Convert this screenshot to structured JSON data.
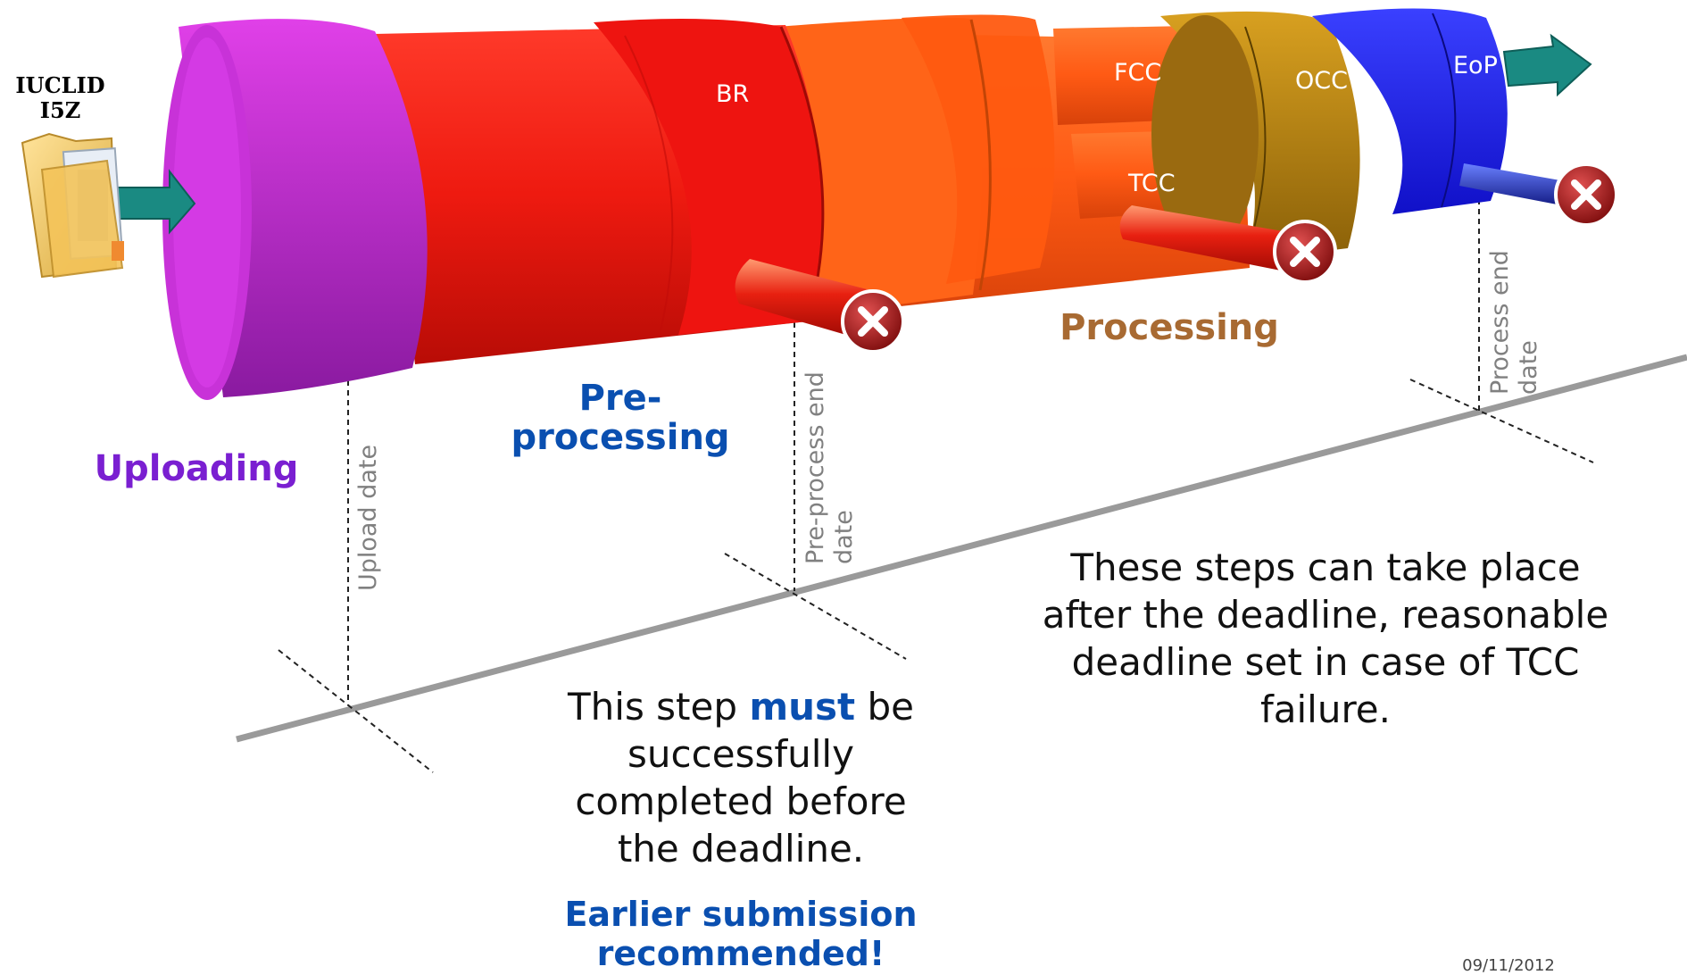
{
  "source_file": {
    "line1": "IUCLID",
    "line2": "I5Z"
  },
  "phases": {
    "uploading": "Uploading",
    "preprocessing_line1": "Pre-",
    "preprocessing_line2": "processing",
    "processing": "Processing"
  },
  "segments": {
    "br": "BR",
    "fcc": "FCC",
    "tcc": "TCC",
    "occ": "OCC",
    "eop": "EoP"
  },
  "milestones": {
    "upload_date": "Upload date",
    "preprocess_end_line1": "Pre-process end",
    "preprocess_end_line2": "date",
    "process_end_line1": "Process end",
    "process_end_line2": "date"
  },
  "notes": {
    "must_before": "This step ",
    "must_word": "must",
    "must_after": " be",
    "line2": "successfully",
    "line3": "completed before",
    "line4": "the deadline.",
    "earlier_line1": "Earlier submission",
    "earlier_line2": "recommended!",
    "after_line1": "These steps can take place",
    "after_line2": "after the deadline, reasonable",
    "after_line3": "deadline set in case of TCC",
    "after_line4": "failure."
  },
  "footer": {
    "date": "09/11/2012"
  },
  "colors": {
    "uploading": "#7a1fd1",
    "preprocessing": "#0a4fb0",
    "processing": "#a86a32",
    "must": "#0a4fb0",
    "earlier": "#0a4fb0",
    "teal_arrow": "#1a8a82"
  },
  "icons": [
    "folder-icon",
    "arrow-right-icon",
    "error-x-icon"
  ]
}
